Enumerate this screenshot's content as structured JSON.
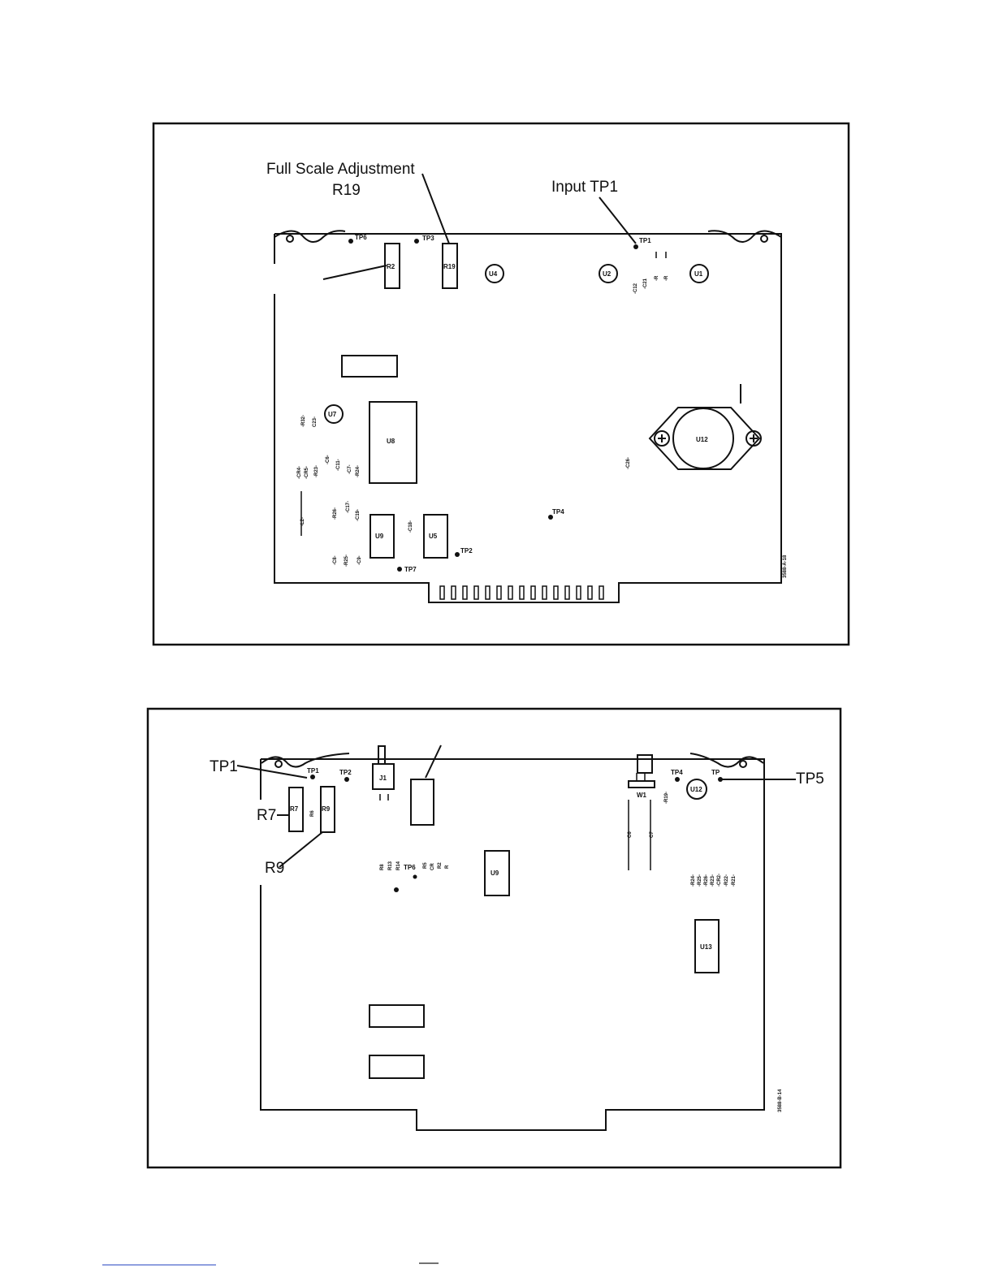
{
  "figure_a": {
    "callout_full_scale": "Full Scale Adjustment",
    "callout_r19": "R19",
    "callout_input_tp1": "Input TP1",
    "components": {
      "r2": "R2",
      "r19": "R19",
      "u4": "U4",
      "u2": "U2",
      "u1": "U1",
      "u7": "U7",
      "u8": "U8",
      "u12": "U12",
      "u9": "U9",
      "u5": "U5"
    },
    "test_points": {
      "tp6": "TP6",
      "tp3": "TP3",
      "tp1": "TP1",
      "tp4": "TP4",
      "tp2": "TP2",
      "tp7": "TP7"
    },
    "part_labels": {
      "c12": "-C12",
      "c21": "-C21",
      "r_a": "-R",
      "r_b": "-R",
      "r32": "-R32-",
      "c23": "C23-",
      "cr4": "-CR4-",
      "cr5": "-CR5-",
      "r23": "-R23-",
      "c6": "-C6-",
      "c11": "-C11-",
      "c7": "-C7-",
      "r24": "-R24-",
      "l2": "-L2-",
      "r26": "-R26-",
      "c17": "-C17-",
      "c19": "-C19-",
      "c8": "-C8-",
      "r25": "-R25-",
      "c9": "-C9-",
      "c18": "-C18-",
      "c26": "-C26-"
    },
    "drawing_number": "3588-A-18"
  },
  "figure_b": {
    "callout_tp1": "TP1",
    "callout_r7": "R7",
    "callout_r9": "R9",
    "callout_tp5": "TP5",
    "components": {
      "r7": "R7",
      "r9": "R9",
      "j1": "J1",
      "w1": "W1",
      "u12": "U12",
      "u9": "U9",
      "u13": "U13"
    },
    "test_points": {
      "tp1": "TP1",
      "tp2": "TP2",
      "tp4": "TP4",
      "tp5": "TP",
      "tp6": "TP6"
    },
    "part_labels": {
      "r6": "R6",
      "r19": "-R19-",
      "c6": "C6",
      "c7": "C7",
      "r8": "R8",
      "r13": "R13",
      "r14": "R14",
      "r5": "R5",
      "cr": "CR",
      "r2": "R2",
      "r": "R",
      "r24": "-R24-",
      "r25": "-R25-",
      "r26": "-R26-",
      "r23": "-R23-",
      "cr2": "-CR2-",
      "r22": "-R22-",
      "r21": "-R21-"
    },
    "drawing_number": "3588-B-14"
  },
  "colors": {
    "ink": "#111111",
    "paper": "#ffffff",
    "link": "#1f3fbf"
  }
}
